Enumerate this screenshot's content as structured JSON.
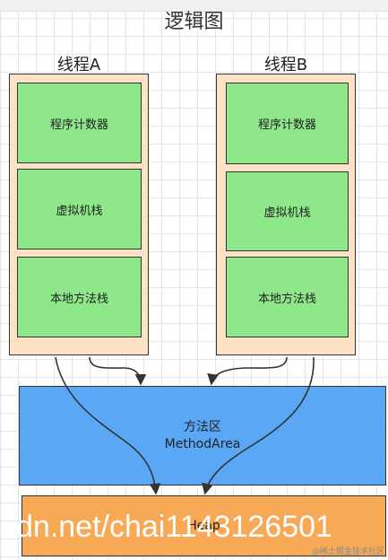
{
  "title": "逻辑图",
  "threads": [
    {
      "name": "线程A",
      "boxes": [
        "程序计数器",
        "虚拟机栈",
        "本地方法栈"
      ]
    },
    {
      "name": "线程B",
      "boxes": [
        "程序计数器",
        "虚拟机栈",
        "本地方法栈"
      ]
    }
  ],
  "method_area": {
    "line1": "方法区",
    "line2": "MethodArea"
  },
  "heap": {
    "label": "Heap"
  },
  "watermark": "dn.net/chai1143126501",
  "source_mark": "@稀土掘金技术社区",
  "colors": {
    "thread_bg": "#fde2c6",
    "box_green": "#8ee88a",
    "method_area": "#5aa8f5",
    "heap": "#f7a955"
  }
}
